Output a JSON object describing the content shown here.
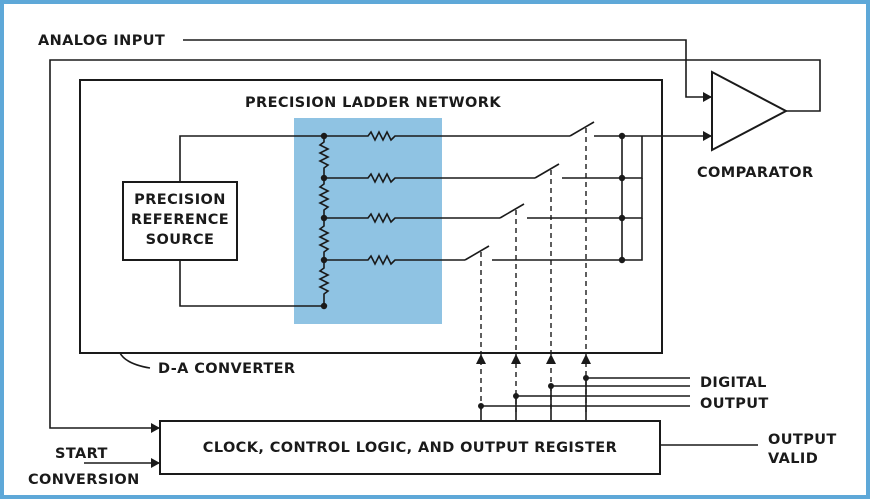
{
  "colors": {
    "frame": "#5ea8d8",
    "ladder_highlight": "#8fc3e3",
    "ink": "#1a1a1a"
  },
  "labels": {
    "analog_input": "ANALOG INPUT",
    "ladder_network": "PRECISION LADDER NETWORK",
    "reference_line1": "PRECISION",
    "reference_line2": "REFERENCE",
    "reference_line3": "SOURCE",
    "comparator": "COMPARATOR",
    "da_converter": "D-A CONVERTER",
    "digital": "DIGITAL",
    "output": "OUTPUT",
    "register": "CLOCK, CONTROL LOGIC, AND OUTPUT REGISTER",
    "start": "START",
    "conversion": "CONVERSION",
    "output_valid_1": "OUTPUT",
    "output_valid_2": "VALID"
  }
}
